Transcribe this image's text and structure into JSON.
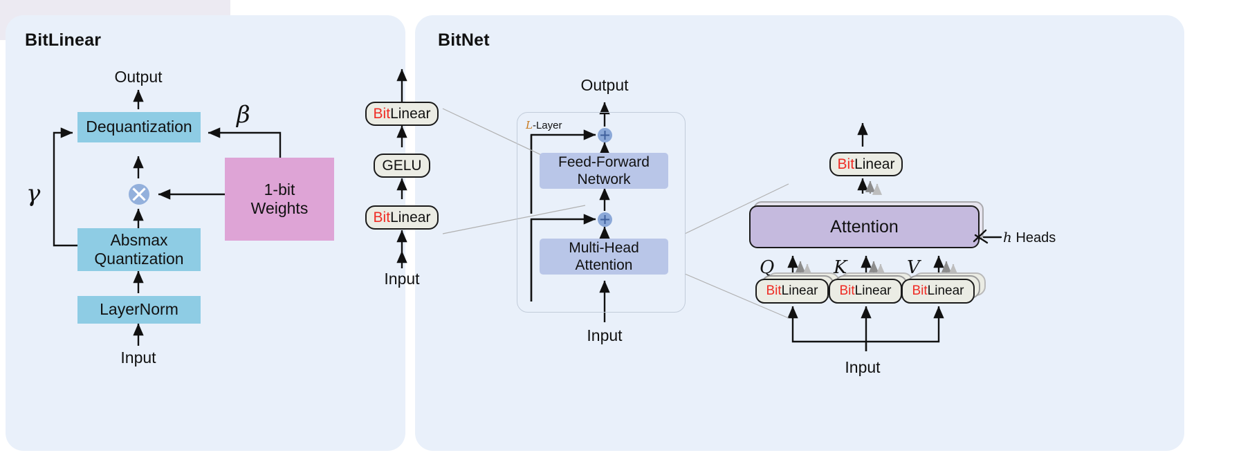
{
  "panels": {
    "left": {
      "title": "BitLinear"
    },
    "right": {
      "title": "BitNet"
    }
  },
  "bitlinear": {
    "output_label": "Output",
    "input_label": "Input",
    "dequantization": "Dequantization",
    "absmax_quantization": "Absmax\nQuantization",
    "absmax_line1": "Absmax",
    "absmax_line2": "Quantization",
    "layernorm": "LayerNorm",
    "weights_line1": "1-bit",
    "weights_line2": "Weights",
    "gamma": "γ",
    "beta": "β",
    "multiply_icon": "multiply-icon",
    "colors": {
      "block_blue": "#8ecce4",
      "block_pink": "#dea4d6",
      "multiply_circle": "#93b0dc",
      "panel_bg": "#e9f0fa"
    }
  },
  "bitnet": {
    "ffn_column": {
      "input_label": "Input",
      "nodes": [
        {
          "prefix": "Bit",
          "suffix": "Linear"
        },
        {
          "prefix": "",
          "suffix": "GELU"
        },
        {
          "prefix": "Bit",
          "suffix": "Linear"
        }
      ]
    },
    "transformer": {
      "output_label": "Output",
      "input_label": "Input",
      "layer_label_italic": "L",
      "layer_label_rest": "-Layer",
      "ffn_line1": "Feed-Forward",
      "ffn_line2": "Network",
      "mha_line1": "Multi-Head",
      "mha_line2": "Attention",
      "add_icon": "plus-circle-icon",
      "colors": {
        "soft_block": "#b9c6e8",
        "add_circle": "#8ba8d8",
        "container_border": "#c2ccda"
      }
    },
    "attention": {
      "input_label": "Input",
      "attention_label": "Attention",
      "heads_italic": "h",
      "heads_rest": " Heads",
      "out_projection": {
        "prefix": "Bit",
        "suffix": "Linear"
      },
      "projections": [
        {
          "symbol": "Q",
          "prefix": "Bit",
          "suffix": "Linear"
        },
        {
          "symbol": "K",
          "prefix": "Bit",
          "suffix": "Linear"
        },
        {
          "symbol": "V",
          "prefix": "Bit",
          "suffix": "Linear"
        }
      ],
      "colors": {
        "attention_fill": "#c5bade",
        "pill_fill": "#ebece4",
        "bit_red": "#ef2b24"
      }
    }
  }
}
